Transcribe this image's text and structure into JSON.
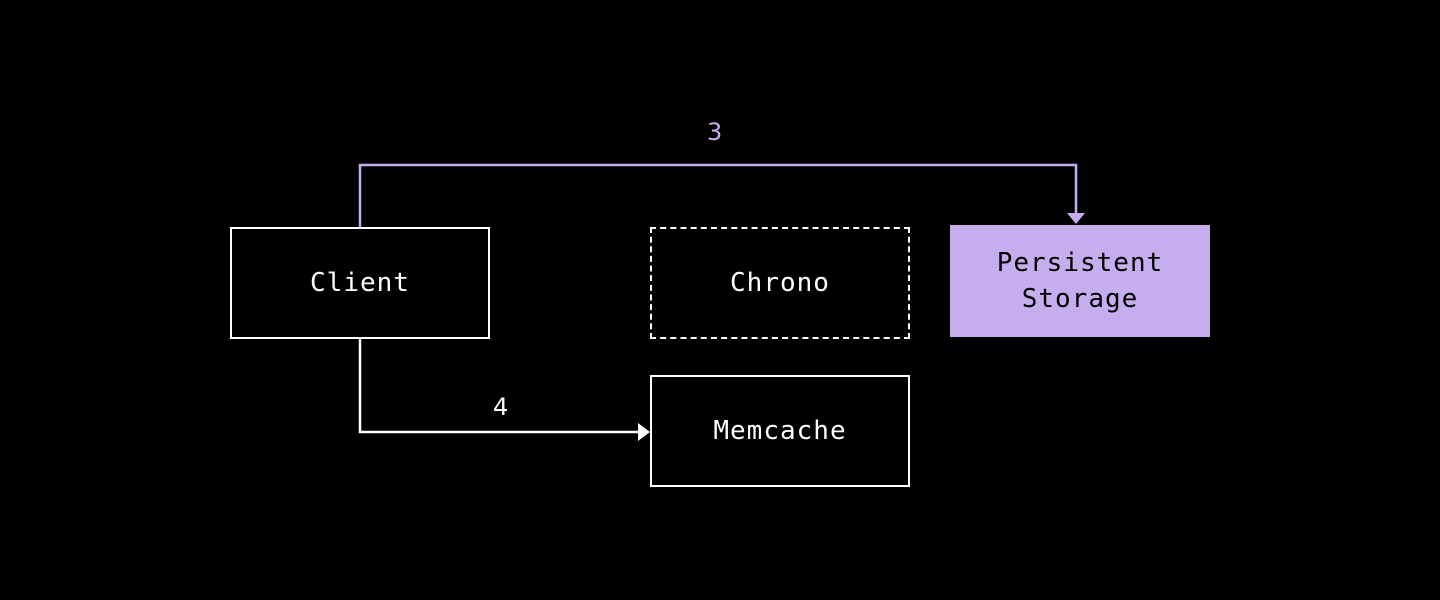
{
  "colors": {
    "background": "#000000",
    "foreground": "#ffffff",
    "accent": "#c6aeee",
    "accent_text": "#000000"
  },
  "nodes": {
    "client": {
      "label": "Client",
      "style": "solid"
    },
    "chrono": {
      "label": "Chrono",
      "style": "dashed"
    },
    "storage": {
      "label": "Persistent\nStorage",
      "style": "filled"
    },
    "memcache": {
      "label": "Memcache",
      "style": "solid"
    }
  },
  "edges": [
    {
      "from": "client",
      "to": "storage",
      "label": "3",
      "color": "#c6aeee"
    },
    {
      "from": "client",
      "to": "memcache",
      "label": "4",
      "color": "#ffffff"
    }
  ]
}
